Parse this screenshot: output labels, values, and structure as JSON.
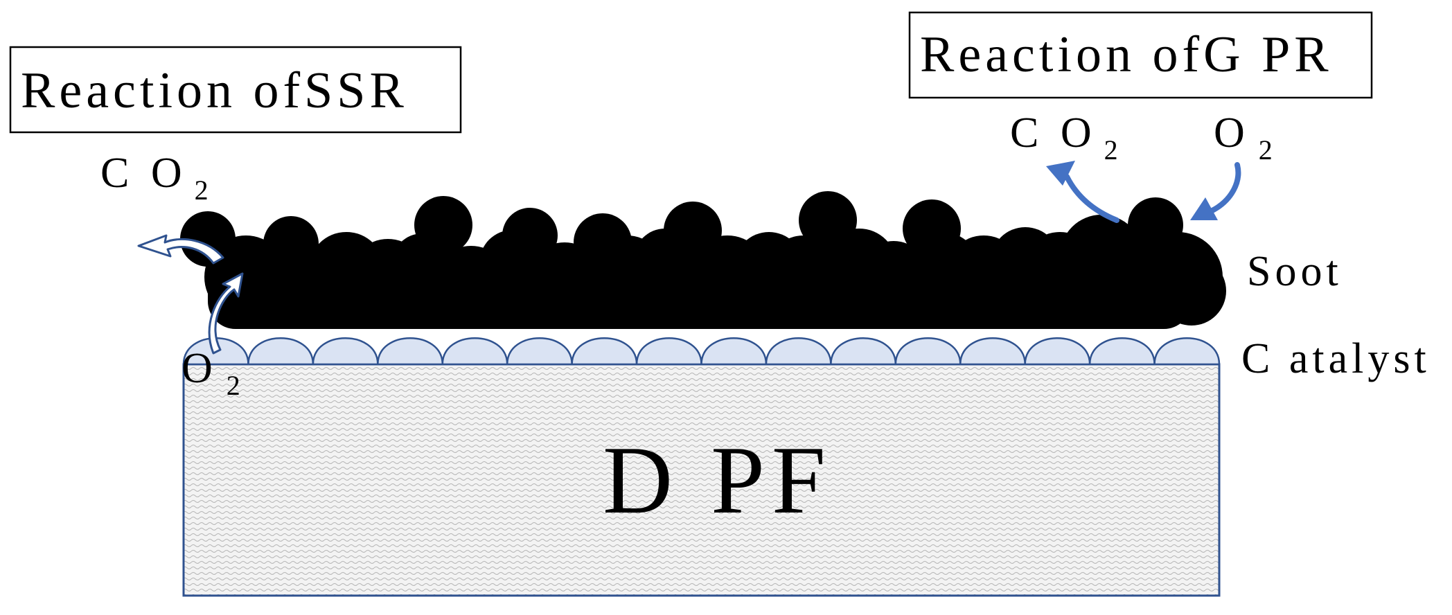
{
  "ssr": {
    "label": "Reaction ofSSR",
    "co2": "C O",
    "o2": "O",
    "co2_sub": "2",
    "o2_sub": "2"
  },
  "gpr": {
    "label": "Reaction ofG PR",
    "co2": "C O",
    "o2": "O",
    "co2_sub": "2",
    "o2_sub": "2"
  },
  "layers": {
    "soot": "Soot",
    "catalyst": "C atalyst",
    "dpf": "D PF"
  },
  "colors": {
    "soot": "#000000",
    "catalyst_fill": "#dae3f3",
    "catalyst_stroke": "#2f528f",
    "dpf_stroke": "#2f528f",
    "arrow_solid": "#4472c4",
    "arrow_outline": "#2f528f"
  }
}
